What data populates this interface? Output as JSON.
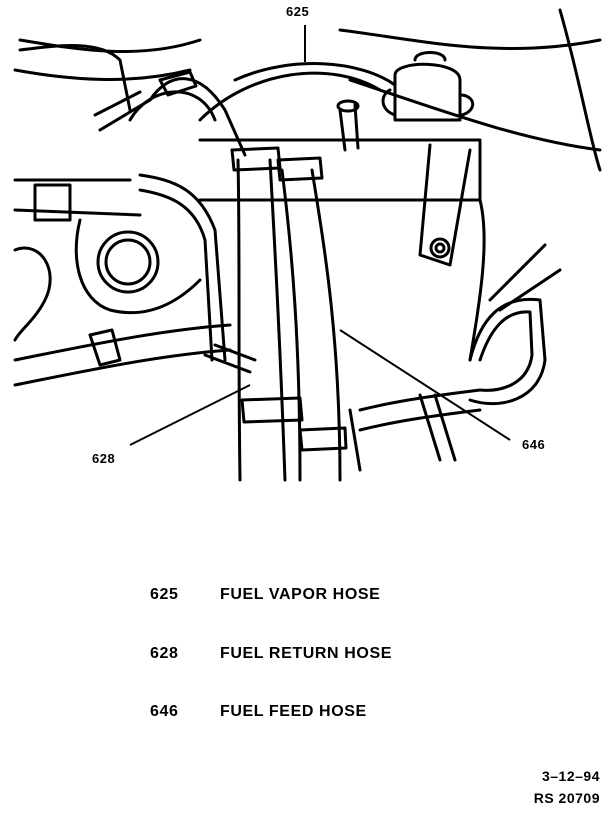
{
  "callouts": {
    "vapor": "625",
    "return": "628",
    "feed": "646"
  },
  "legend": [
    {
      "number": "625",
      "label": "FUEL VAPOR HOSE"
    },
    {
      "number": "628",
      "label": "FUEL RETURN HOSE"
    },
    {
      "number": "646",
      "label": "FUEL FEED HOSE"
    }
  ],
  "footer": {
    "date": "3–12–94",
    "ref": "RS  20709"
  }
}
